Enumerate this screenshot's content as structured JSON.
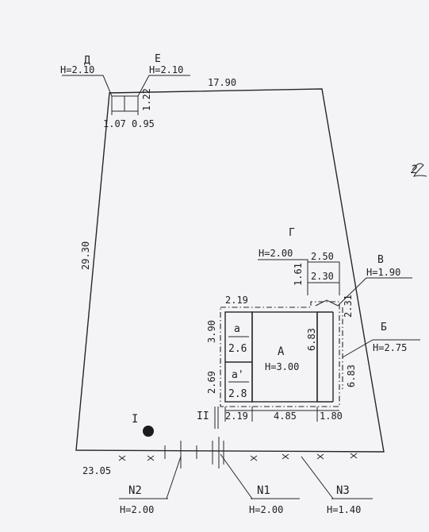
{
  "plot": {
    "side_top": "17.90",
    "side_left": "29.30",
    "side_bottom": "23.05"
  },
  "structures": {
    "D": {
      "letter": "Д",
      "height": "H=2.10",
      "w1": "1.07",
      "w2": "0.95",
      "len": "1.22"
    },
    "E": {
      "letter": "Е",
      "height": "H=2.10"
    },
    "G": {
      "letter": "Г",
      "height": "H=2.00",
      "w": "2.50",
      "d": "1.61",
      "inner": "2.30"
    },
    "V": {
      "letter": "В",
      "height": "H=1.90",
      "d": "2.31"
    },
    "B": {
      "letter": "Б",
      "height": "H=2.75",
      "d": "6.83"
    },
    "A": {
      "letter": "А",
      "height": "H=3.00",
      "d": "6.83"
    },
    "a": {
      "letter": "a",
      "value": "2.6",
      "d": "3.90"
    },
    "a2": {
      "letter": "a'",
      "value": "2.8",
      "d": "2.69"
    }
  },
  "building_dims": {
    "top": "2.19",
    "bottom_1": "2.19",
    "bottom_2": "4.85",
    "bottom_3": "1.80"
  },
  "markers": {
    "I": "I",
    "II": "II"
  },
  "nodes": {
    "N1": {
      "label": "N1",
      "height": "H=2.00"
    },
    "N2": {
      "label": "N2",
      "height": "H=2.00"
    },
    "N3": {
      "label": "N3",
      "height": "H=1.40"
    }
  },
  "margin_mark": "2"
}
